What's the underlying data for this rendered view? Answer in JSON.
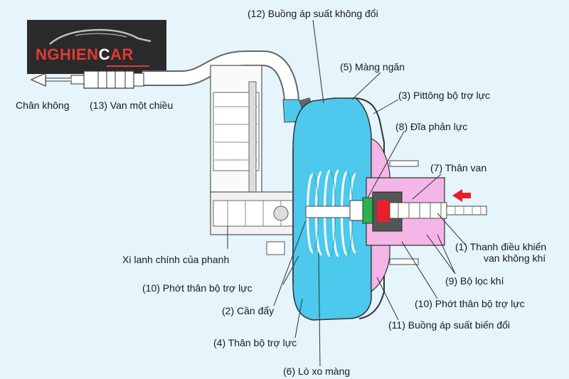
{
  "logo": {
    "text_red_1": "NGHIEN",
    "text_white": "C",
    "text_red_2": "AR"
  },
  "labels": {
    "l12": "(12) Buồng áp suất không đổi",
    "l5": "(5) Màng ngăn",
    "l3": "(3) Pittông bộ trợ lực",
    "l8": "(8) Đĩa phản lực",
    "l7": "(7) Thân van",
    "l1a": "(1) Thanh điều khiển",
    "l1b": "van không khí",
    "l9": "(9) Bộ lọc khí",
    "l10r": "(10) Phớt thân bộ trợ lực",
    "l11": "(11) Buồng áp suất biến đổi",
    "l6": "(6) Lò xo màng",
    "l4": "(4) Thân bộ trợ lực",
    "l2": "(2) Cần đẩy",
    "l10l": "(10) Phớt thân bộ trợ lực",
    "master": "Xi lanh chính của phanh",
    "vacuum": "Chân không",
    "l13": "(13) Van một chiều"
  },
  "colors": {
    "chamber": "#4cc9ec",
    "pink": "#f3b6e6",
    "green": "#2bb24c",
    "red": "#e8202a",
    "bg": "#e6f4fb"
  }
}
